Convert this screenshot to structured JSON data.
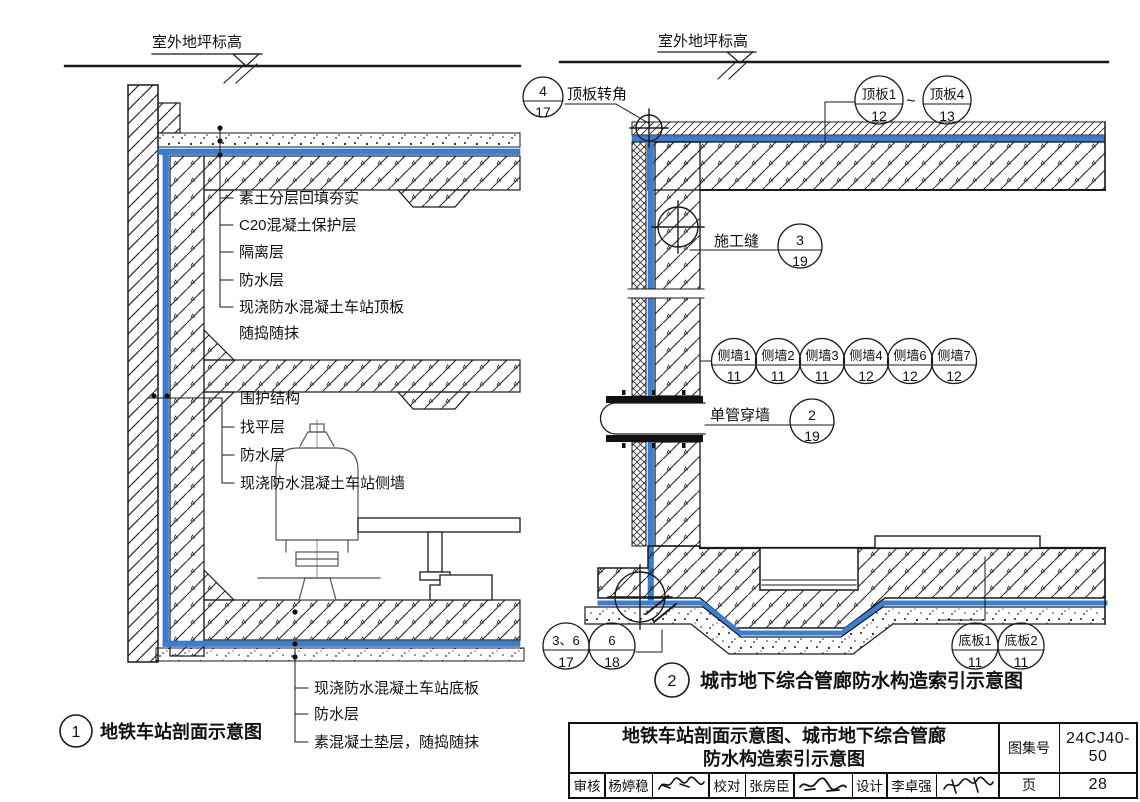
{
  "figure1": {
    "number": "1",
    "caption": "地铁车站剖面示意图",
    "ground_label": "室外地坪标高",
    "roof_callouts": [
      "素土分层回填夯实",
      "C20混凝土保护层",
      "隔离层",
      "防水层",
      "现浇防水混凝土车站顶板",
      "随捣随抹"
    ],
    "wall_callouts": [
      "围护结构",
      "找平层",
      "防水层",
      "现浇防水混凝土车站侧墙"
    ],
    "floor_callouts": [
      "现浇防水混凝土车站底板",
      "防水层",
      "素混凝土垫层，随捣随抹"
    ]
  },
  "figure2": {
    "number": "2",
    "caption": "城市地下综合管廊防水构造索引示意图",
    "ground_label": "室外地坪标高",
    "corner_bubble": {
      "num": "4",
      "page": "17",
      "label": "顶板转角"
    },
    "roof_first": {
      "name": "顶板1",
      "page": "12"
    },
    "tilde": "~",
    "roof_last": {
      "name": "顶板4",
      "page": "13"
    },
    "joint": {
      "label": "施工缝",
      "num": "3",
      "page": "19"
    },
    "side_walls": [
      {
        "name": "侧墙1",
        "page": "11"
      },
      {
        "name": "侧墙2",
        "page": "11"
      },
      {
        "name": "侧墙3",
        "page": "11"
      },
      {
        "name": "侧墙4",
        "page": "12"
      },
      {
        "name": "侧墙6",
        "page": "12"
      },
      {
        "name": "侧墙7",
        "page": "12"
      }
    ],
    "pipe": {
      "label": "单管穿墙",
      "num": "2",
      "page": "19"
    },
    "bottom_left_bubbles": [
      {
        "num": "3、6",
        "page": "17"
      },
      {
        "num": "6",
        "page": "18"
      }
    ],
    "bottom_slabs": [
      {
        "name": "底板1",
        "page": "11"
      },
      {
        "name": "底板2",
        "page": "11"
      }
    ]
  },
  "title_block": {
    "title_line1": "地铁车站剖面示意图、城市地下综合管廊",
    "title_line2": "防水构造索引示意图",
    "atlas_no_label": "图集号",
    "atlas_no": "24CJ40-50",
    "page_label": "页",
    "page": "28",
    "review_label": "审核",
    "reviewer": "杨婷稳",
    "check_label": "校对",
    "checker": "张房臣",
    "design_label": "设计",
    "designer": "李卓强"
  },
  "colors": {
    "line": "#1a1a1a",
    "waterproof_blue": "#3a7fd6"
  }
}
